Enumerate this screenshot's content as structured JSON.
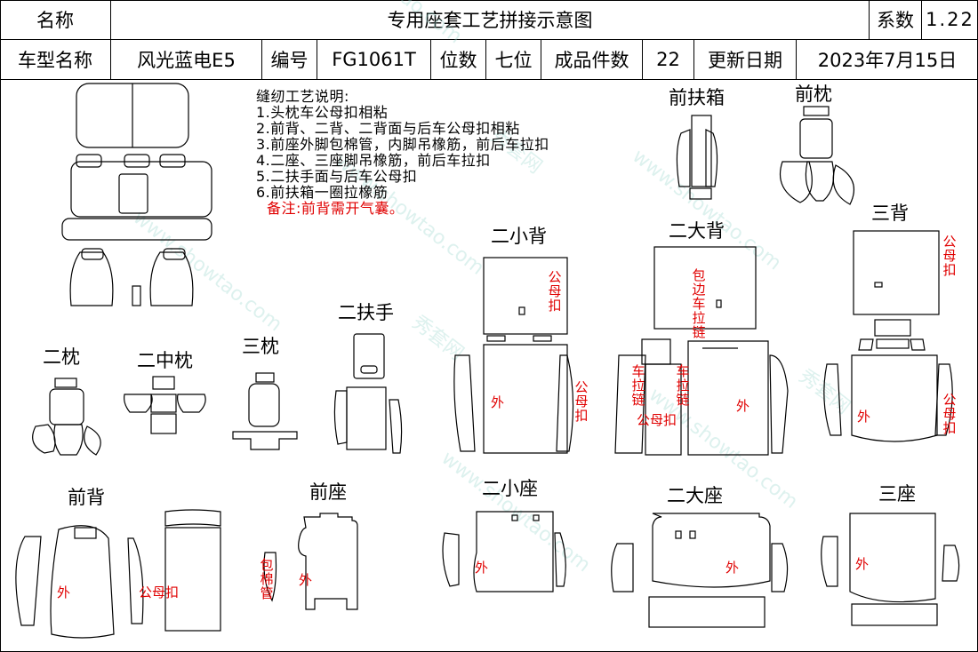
{
  "header": {
    "name_label": "名称",
    "title": "专用座套工艺拼接示意图",
    "coef_label": "系数",
    "coef_value": "1.22",
    "model_label": "车型名称",
    "model_value": "风光蓝电E5",
    "code_label": "编号",
    "code_value": "FG1061T",
    "seats_label": "位数",
    "seats_value": "七位",
    "pieces_label": "成品件数",
    "pieces_value": "22",
    "date_label": "更新日期",
    "date_value": "2023年7月15日"
  },
  "notes": {
    "heading": "缝纫工艺说明:",
    "items": [
      "1.头枕车公母扣相粘",
      "2.前背、二背、二背面与后车公母扣相粘",
      "3.前座外脚包棉管，内脚吊橡筋，前后车拉扣",
      "4.二座、三座脚吊橡筋，前后车拉扣",
      "5.二扶手面与后车公母扣",
      "6.前扶箱一圈拉橡筋"
    ],
    "remark": "备注:前背需开气囊。"
  },
  "parts": {
    "front_armbox": "前扶箱",
    "front_headrest": "前枕",
    "rear_back_3": "三背",
    "second_small_back": "二小背",
    "second_big_back": "二大背",
    "second_armrest": "二扶手",
    "second_headrest": "二枕",
    "second_middle_headrest": "二中枕",
    "third_headrest": "三枕",
    "front_back": "前背",
    "front_seat": "前座",
    "second_small_seat": "二小座",
    "second_big_seat": "二大座",
    "third_seat": "三座"
  },
  "marks": {
    "male_female_buckle": "公母扣",
    "outside": "外",
    "edge_zipper": "包边车拉链",
    "zipper": "车拉链",
    "cotton_tube": "包棉管"
  },
  "watermark": {
    "site": "www.showtao.com",
    "brand": "秀套网"
  }
}
